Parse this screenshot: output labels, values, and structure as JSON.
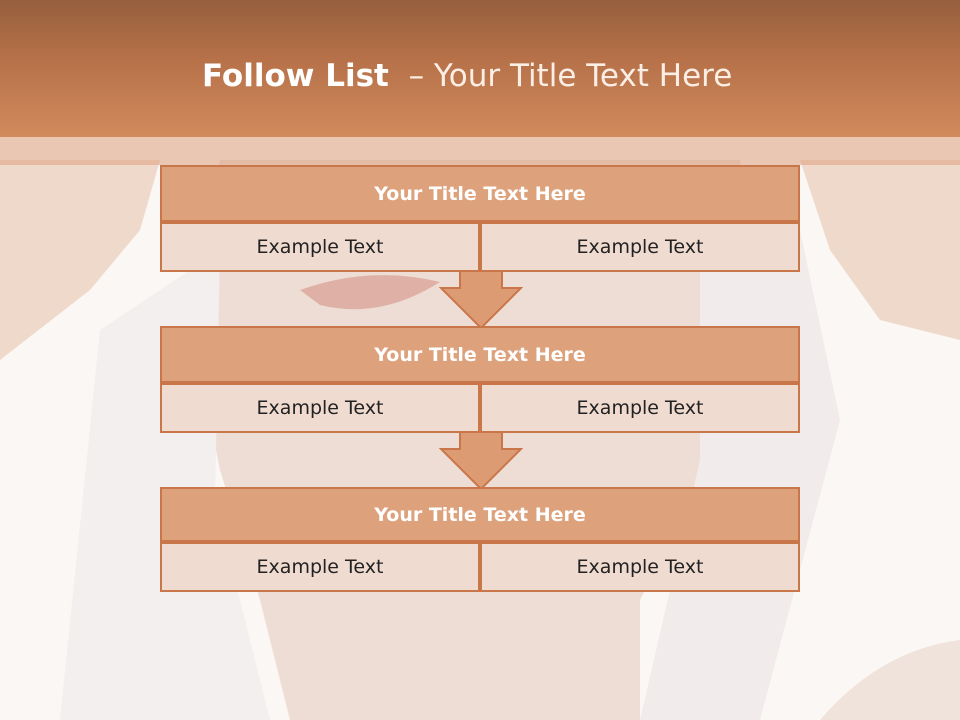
{
  "slide": {
    "title_bold": "Follow List",
    "title_rest": "– Your Title Text Here"
  },
  "steps": [
    {
      "title": "Your Title Text Here",
      "left_text": "Example Text",
      "right_text": "Example Text"
    },
    {
      "title": "Your Title Text Here",
      "left_text": "Example Text",
      "right_text": "Example Text"
    },
    {
      "title": "Your Title Text Here",
      "left_text": "Example Text",
      "right_text": "Example Text"
    }
  ],
  "colors": {
    "header": "#c47d52",
    "box_title_fill": "#dda27c",
    "box_cell_fill": "#f0dbd1",
    "border": "#c9774a",
    "arrow_fill": "#dd9b74"
  }
}
